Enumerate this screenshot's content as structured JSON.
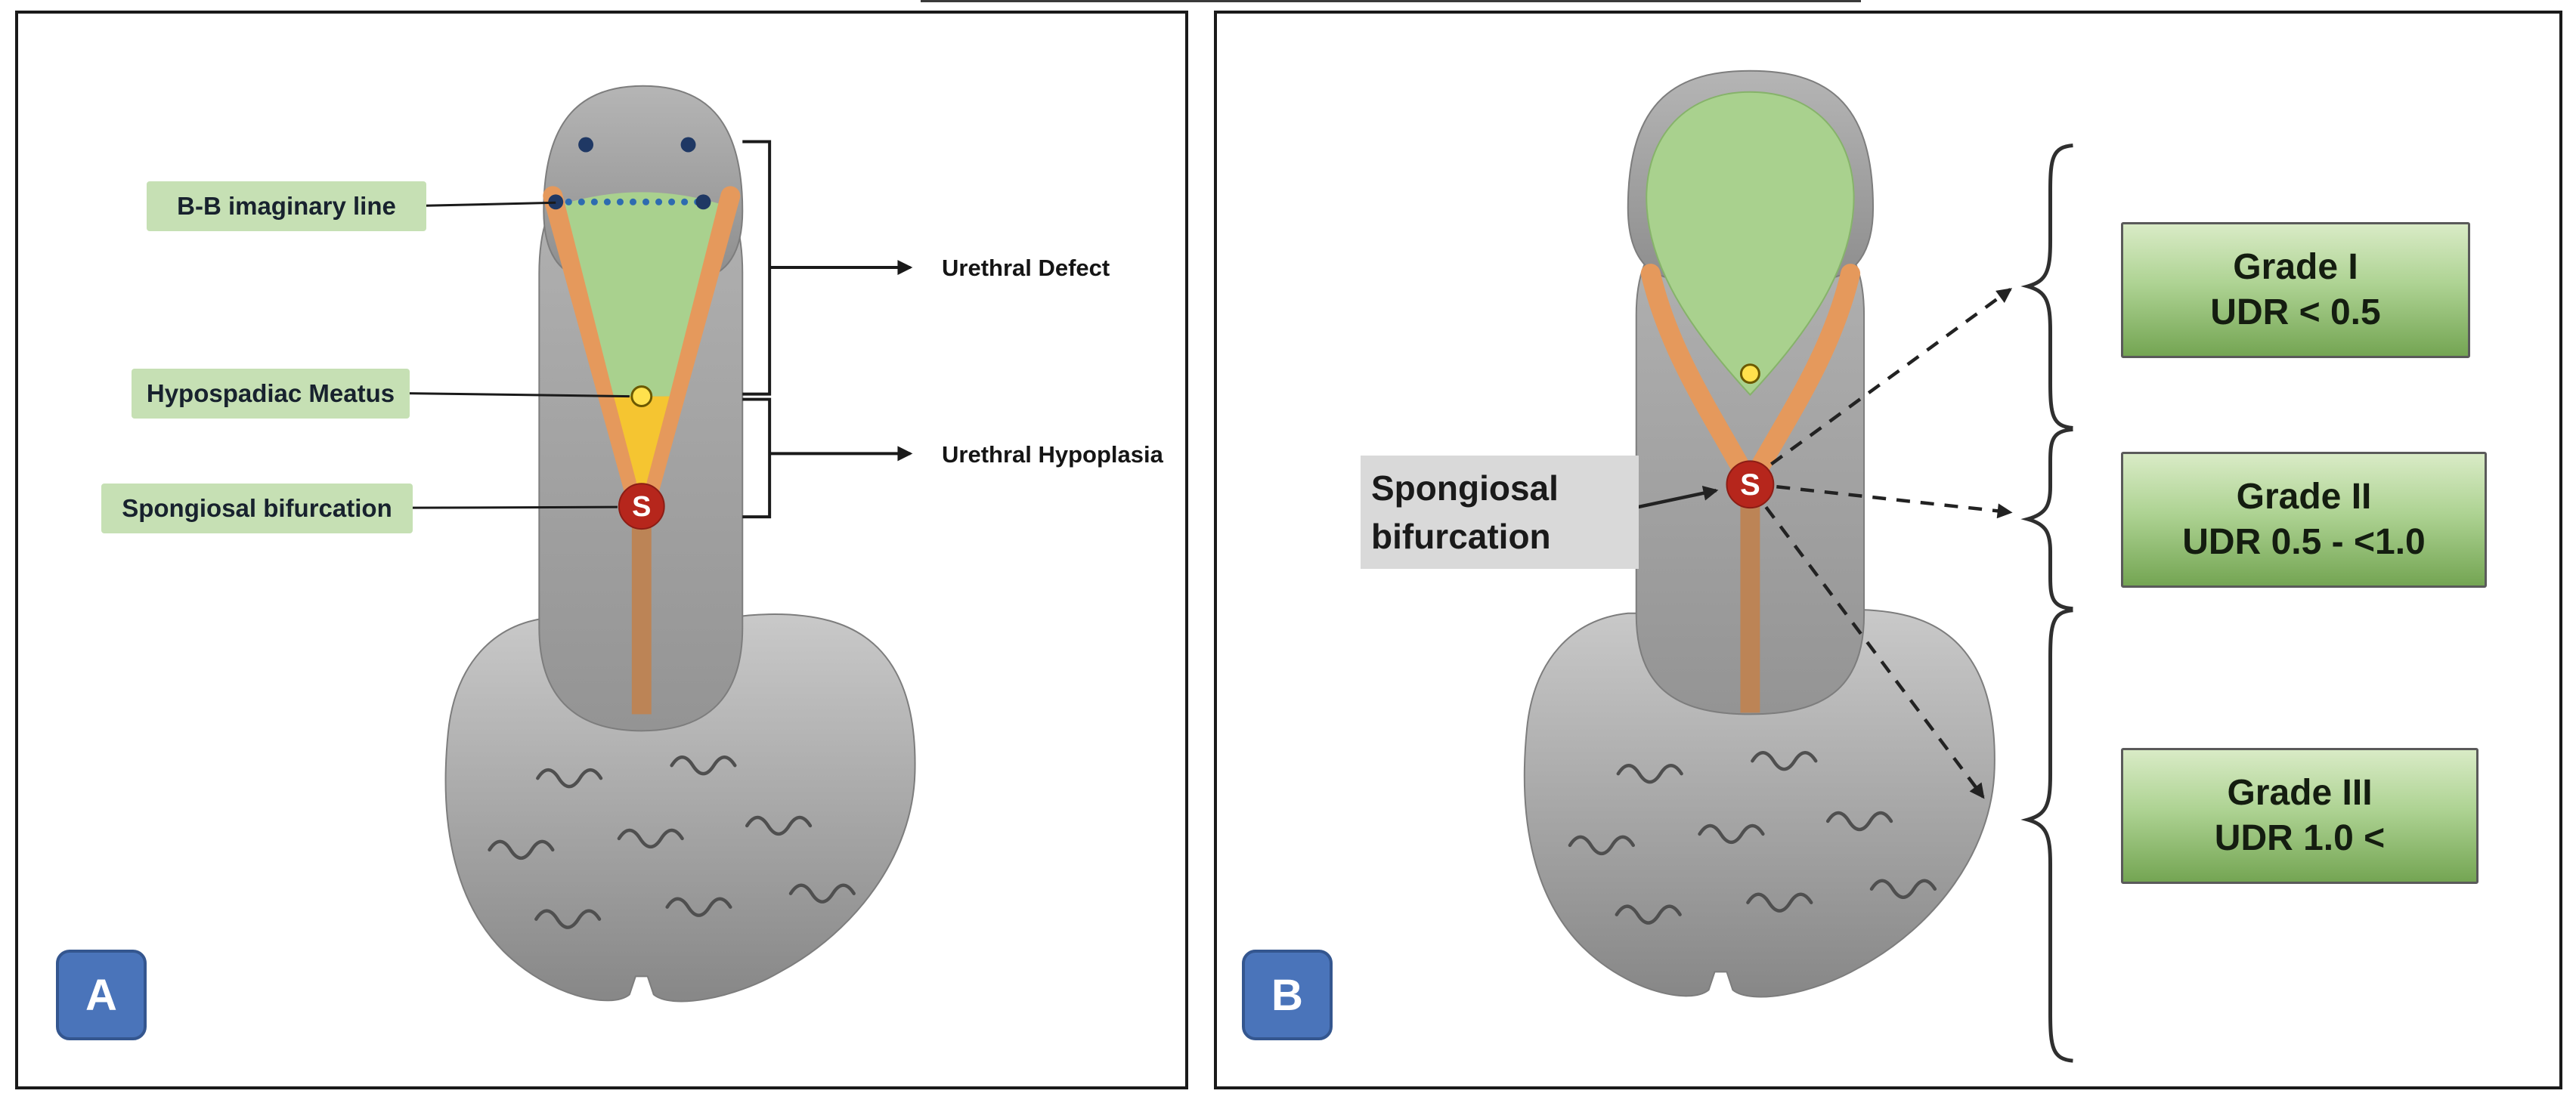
{
  "panel_a": {
    "badge_label": "A",
    "labels": {
      "bb_line": "B-B imaginary line",
      "hypospadiac_meatus": "Hypospadiac Meatus",
      "spongiosal_bifurcation": "Spongiosal bifurcation"
    },
    "annotations": {
      "urethral_defect": "Urethral Defect",
      "urethral_hypoplasia": "Urethral Hypoplasia"
    },
    "s_marker": "S"
  },
  "panel_b": {
    "badge_label": "B",
    "bifurcation_label": "Spongiosal bifurcation",
    "s_marker": "S",
    "grades": [
      {
        "title": "Grade I",
        "udr": "UDR < 0.5"
      },
      {
        "title": "Grade II",
        "udr": "UDR 0.5 - <1.0"
      },
      {
        "title": "Grade III",
        "udr": "UDR 1.0 <"
      }
    ]
  },
  "colors": {
    "label_green_bg": "#c6e0b4",
    "grade_green_dark": "#74a553",
    "grade_green_light": "#d9ebc6",
    "badge_blue": "#4a74ba",
    "spongiosal_red": "#b6261c",
    "urethral_plate_green": "#a9d18e",
    "hypoplasia_yellow": "#f5c531",
    "spongiosum_orange": "#e5995c",
    "body_gray": "#a6a6a6",
    "gray_label_bg": "#d9d9d9",
    "bb_line_blue": "#2e6bb0",
    "meatus_yellow": "#ffe14d"
  }
}
